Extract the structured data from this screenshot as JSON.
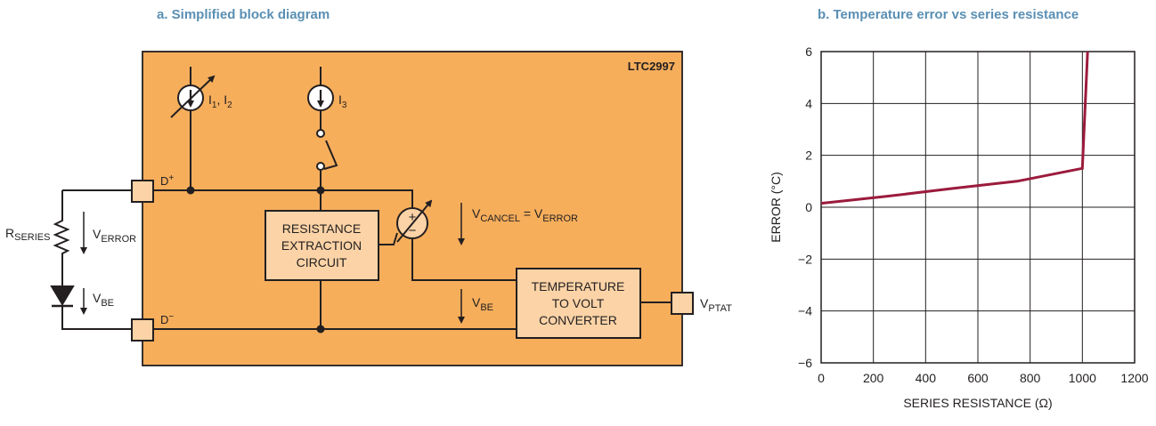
{
  "diagram": {
    "caption": "a. Simplified block diagram",
    "chip_label": "LTC2997",
    "current_source_1": {
      "main": "I",
      "sub_a": "1",
      "sep": ", I",
      "sub_b": "2"
    },
    "current_source_3": {
      "main": "I",
      "sub": "3"
    },
    "pin_dplus": {
      "main": "D",
      "sup": "+"
    },
    "pin_dminus": {
      "main": "D",
      "sup": "−"
    },
    "r_series": {
      "main": "R",
      "sub": "SERIES"
    },
    "v_error": {
      "main": "V",
      "sub": "ERROR"
    },
    "v_be_left": {
      "main": "V",
      "sub": "BE"
    },
    "v_be_mid": {
      "main": "V",
      "sub": "BE"
    },
    "v_cancel": {
      "main": "V",
      "sub": "CANCEL",
      "eq": " = V",
      "sub2": "ERROR"
    },
    "v_ptat": {
      "main": "V",
      "sub": "PTAT"
    },
    "summer_plus": "+",
    "summer_minus": "−",
    "block_extraction": [
      "RESISTANCE",
      "EXTRACTION",
      "CIRCUIT"
    ],
    "block_converter": [
      "TEMPERATURE",
      "TO VOLT",
      "CONVERTER"
    ],
    "colors": {
      "chip_fill": "#f6ae5b",
      "block_fill": "#fbd3a6",
      "wire": "#231f20"
    }
  },
  "chart_data": {
    "type": "line",
    "title": "b. Temperature error vs series resistance",
    "xlabel": "SERIES RESISTANCE (Ω)",
    "ylabel": "ERROR (°C)",
    "xlim": [
      0,
      1200
    ],
    "ylim": [
      -6,
      6
    ],
    "xticks": [
      0,
      200,
      400,
      600,
      800,
      1000,
      1200
    ],
    "yticks": [
      6,
      4,
      2,
      0,
      -2,
      -4,
      -6
    ],
    "ytick_labels": [
      "6",
      "4",
      "2",
      "0",
      "−2",
      "−4",
      "−6"
    ],
    "grid": true,
    "series": [
      {
        "color": "#9b1b3c",
        "x": [
          0,
          250,
          500,
          750,
          1000,
          1020
        ],
        "y": [
          0.15,
          0.42,
          0.72,
          1.0,
          1.5,
          6.0
        ]
      }
    ]
  }
}
